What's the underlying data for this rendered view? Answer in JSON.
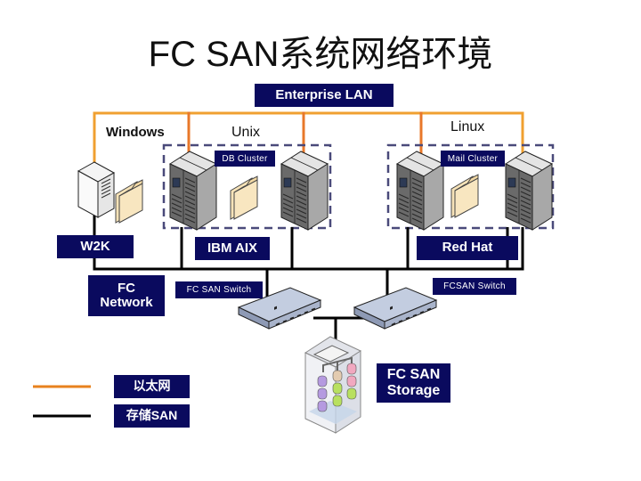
{
  "title": "FC SAN系统网络环境",
  "enterprise_lan": "Enterprise LAN",
  "os_labels": {
    "windows": "Windows",
    "unix": "Unix",
    "linux": "Linux"
  },
  "clusters": {
    "db": "DB Cluster",
    "mail": "Mail Cluster"
  },
  "platforms": {
    "w2k": "W2K",
    "aix": "IBM AIX",
    "redhat": "Red Hat"
  },
  "fc_network": {
    "line1": "FC",
    "line2": "Network"
  },
  "switches": {
    "left": "FC SAN Switch",
    "right": "FCSAN Switch"
  },
  "storage": {
    "line1": "FC SAN",
    "line2": "Storage"
  },
  "legend": [
    {
      "label": "以太网",
      "color": "#e8821e"
    },
    {
      "label": "存储SAN",
      "color": "#000000"
    }
  ],
  "colors": {
    "navy": "#0a0a5e",
    "lan_orange": "#f0a030",
    "lan_drop_orange": "#e8782a",
    "cluster_dash": "#4a4a7a",
    "folder": "#f7e3b8"
  }
}
